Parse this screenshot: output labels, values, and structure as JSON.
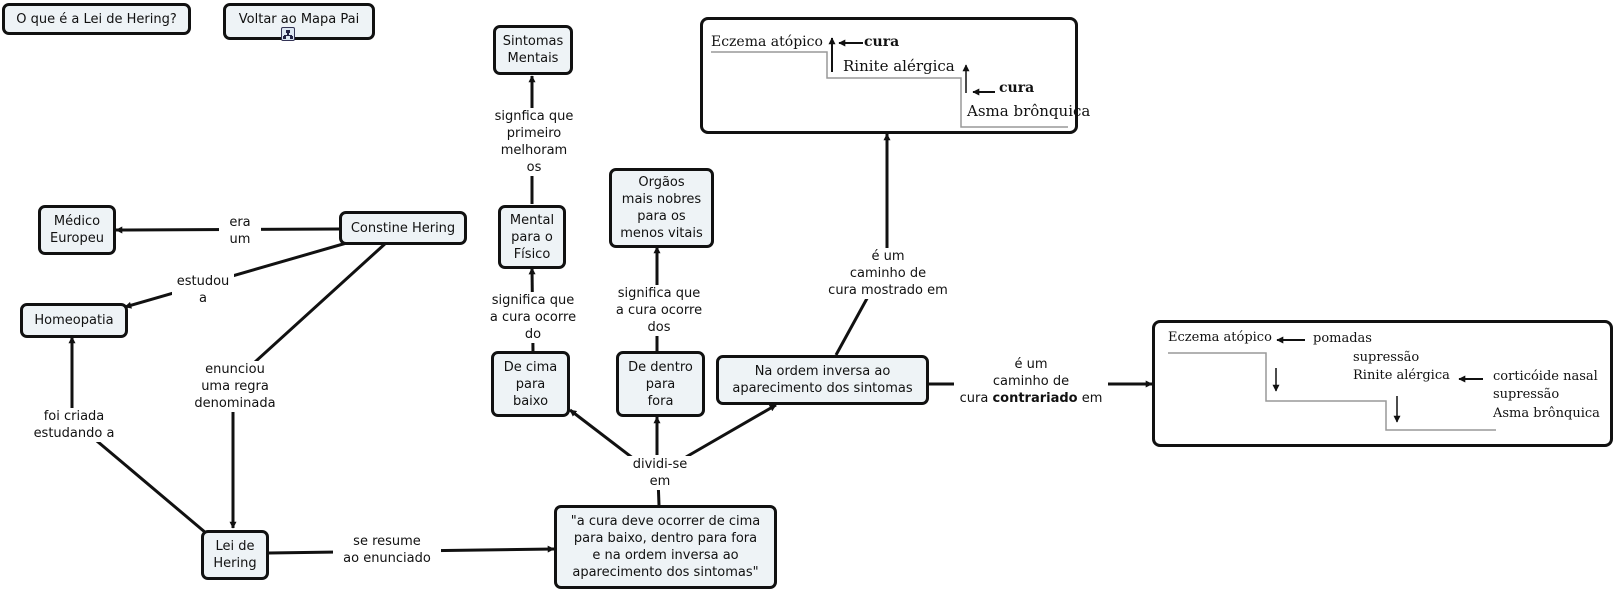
{
  "nodes": {
    "what_is": "O que é a Lei de Hering?",
    "back_map": "Voltar ao Mapa Pai",
    "medico": "Médico\nEuropeu",
    "constine": "Constine Hering",
    "homeopatia": "Homeopatia",
    "sintomas_mentais": "Sintomas\nMentais",
    "mental_fisico": "Mental\npara o\nFísico",
    "orgaos": "Orgãos\nmais nobres\npara os\nmenos vitais",
    "cima_baixo": "De cima\npara\nbaixo",
    "dentro_fora": "De dentro\npara\nfora",
    "ordem_inversa": "Na ordem inversa ao\naparecimento dos sintomas",
    "lei_hering": "Lei de\nHering",
    "cura_quote": "\"a cura deve ocorrer de cima\npara baixo, dentro para fora\ne na ordem inversa ao\naparecimento dos sintomas\""
  },
  "labels": {
    "era_um": "era\num",
    "estudou_a": "estudou\na",
    "enunciou": "enunciou\numa regra\ndenominada",
    "foi_criada": "foi criada\nestudando a",
    "se_resume": "se resume\nao enunciado",
    "dividi_se": "dividi-se\nem",
    "sig_cima": "significa que\na cura ocorre\ndo",
    "sig_dentro": "significa que\na cura ocorre\ndos",
    "sig_mentais": "signfica que\nprimeiro\nmelhoram\nos",
    "caminho_mostrado": "é um\ncaminho de\ncura mostrado em",
    "caminho_contrariado_pre": "é um\ncaminho de\ncura ",
    "caminho_contrariado_bold": "contrariado",
    "caminho_contrariado_post": " em"
  },
  "image1": {
    "eczema": "Eczema atópico",
    "cura1": "cura",
    "rinite": "Rinite alérgica",
    "cura2": "cura",
    "asma": "Asma brônquica"
  },
  "image2": {
    "eczema": "Eczema atópico",
    "pomadas": "pomadas",
    "supressao1": "supressão",
    "rinite": "Rinite alérgica",
    "corticoide": "corticóide nasal",
    "supressao2": "supressão",
    "asma": "Asma brônquica"
  },
  "colors": {
    "node_fill": "#eef3f6",
    "border": "#111111"
  }
}
